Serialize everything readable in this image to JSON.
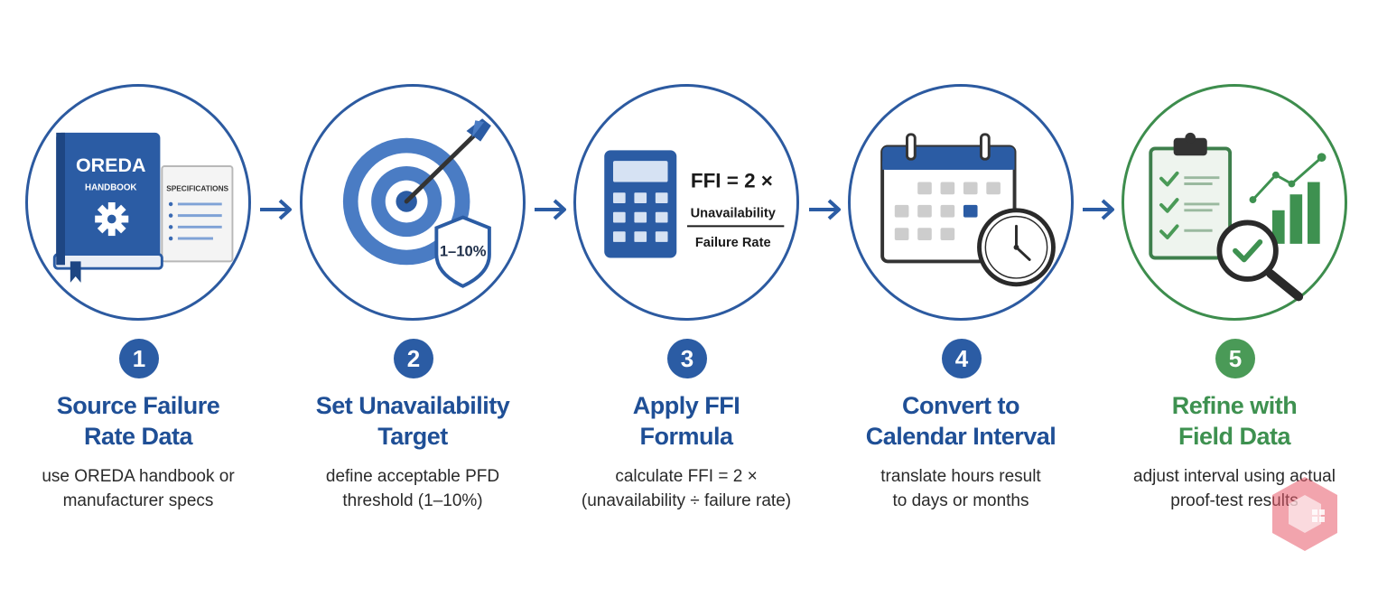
{
  "steps": [
    {
      "number": "1",
      "title_line1": "Source Failure",
      "title_line2": "Rate Data",
      "desc_line1": "use OREDA handbook or",
      "desc_line2": "manufacturer specs",
      "icon_text": {
        "book_title": "OREDA",
        "book_subtitle": "HANDBOOK",
        "sheet_title": "SPECIFICATIONS"
      },
      "icon": "handbook-icon"
    },
    {
      "number": "2",
      "title_line1": "Set Unavailability",
      "title_line2": "Target",
      "desc_line1": "define acceptable PFD",
      "desc_line2": "threshold (1–10%)",
      "icon_text": {
        "shield_label": "1–10%"
      },
      "icon": "target-icon"
    },
    {
      "number": "3",
      "title_line1": "Apply FFI",
      "title_line2": "Formula",
      "desc_line1": "calculate FFI = 2 ×",
      "desc_line2": "(unavailability ÷ failure rate)",
      "icon_text": {
        "formula_head": "FFI = 2 ×",
        "numerator": "Unavailability",
        "denominator": "Failure Rate"
      },
      "icon": "calculator-icon"
    },
    {
      "number": "4",
      "title_line1": "Convert to",
      "title_line2": "Calendar Interval",
      "desc_line1": "translate hours result",
      "desc_line2": "to days or months",
      "icon": "calendar-clock-icon"
    },
    {
      "number": "5",
      "title_line1": "Refine with",
      "title_line2": "Field Data",
      "desc_line1": "adjust interval using actual",
      "desc_line2": "proof-test results",
      "icon": "clipboard-chart-icon"
    }
  ],
  "colors": {
    "primary_blue": "#2b5ca4",
    "light_blue": "#4a7cc4",
    "green": "#3e9150",
    "text": "#2a2a2a",
    "watermark": "#e85a6a"
  }
}
